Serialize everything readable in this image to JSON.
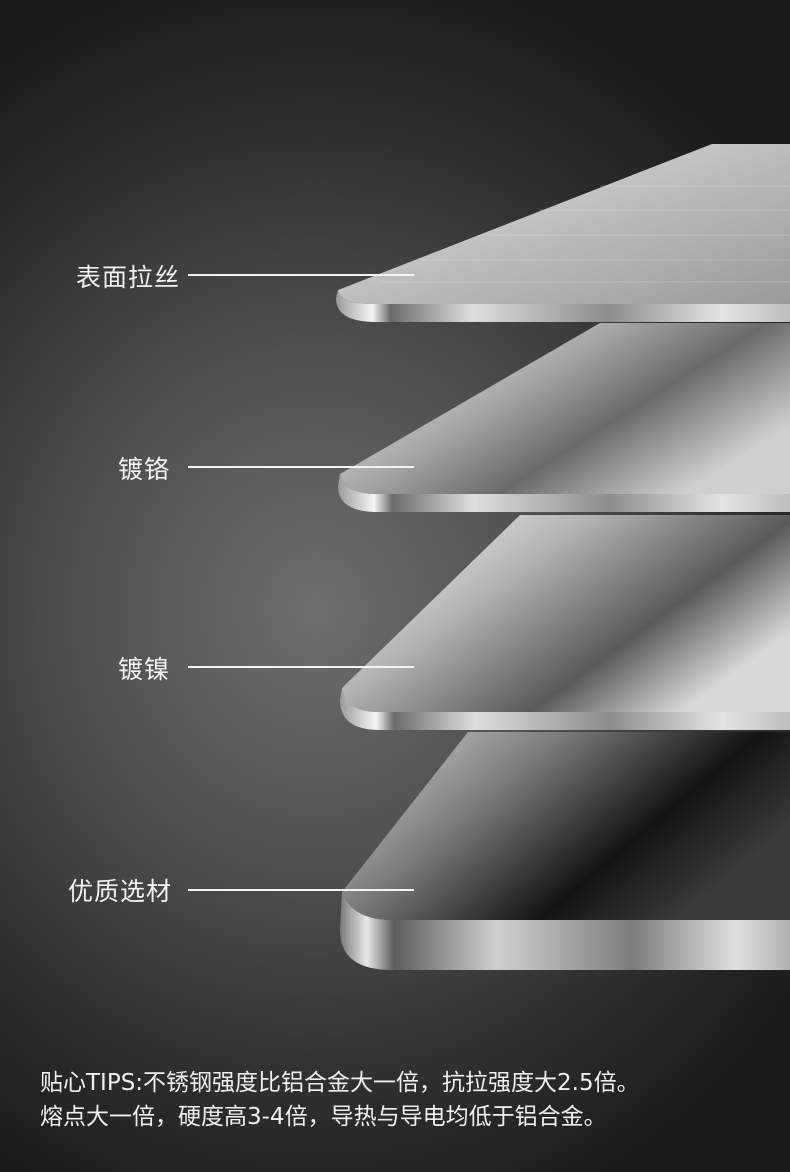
{
  "layers": [
    {
      "label": "表面拉丝"
    },
    {
      "label": "镀铬"
    },
    {
      "label": "镀镍"
    },
    {
      "label": "优质选材"
    }
  ],
  "tips": {
    "line1": "贴心TIPS:不锈钢强度比铝合金大一倍，抗拉强度大2.5倍。",
    "line2": "熔点大一倍，硬度高3-4倍，导热与导电均低于铝合金。"
  }
}
